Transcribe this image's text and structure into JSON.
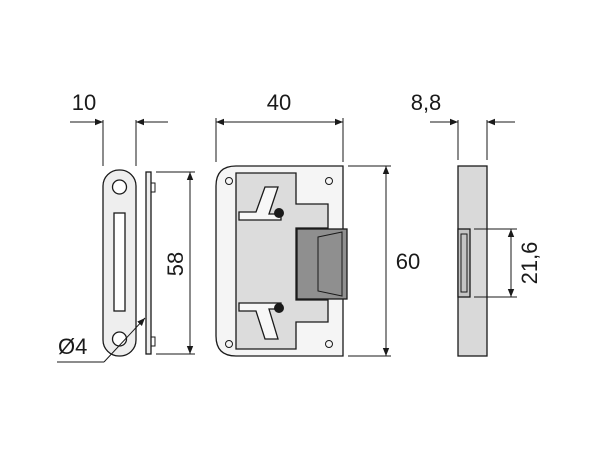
{
  "dimensions": {
    "strike_width": "10",
    "strike_height": "58",
    "hole_diameter": "Ø4",
    "lock_width": "40",
    "lock_height": "60",
    "side_thickness": "8,8",
    "bolt_height": "21,6"
  },
  "colors": {
    "line": "#1a1a1a",
    "plate_fill": "#eeeeee",
    "body_fill": "#f5f5f5",
    "inner_plate_fill": "#dcdcdc",
    "bolt_fill": "#8f8f8f",
    "side_fill": "#d9d9d9",
    "screw_fill": "#1a1a1a"
  }
}
